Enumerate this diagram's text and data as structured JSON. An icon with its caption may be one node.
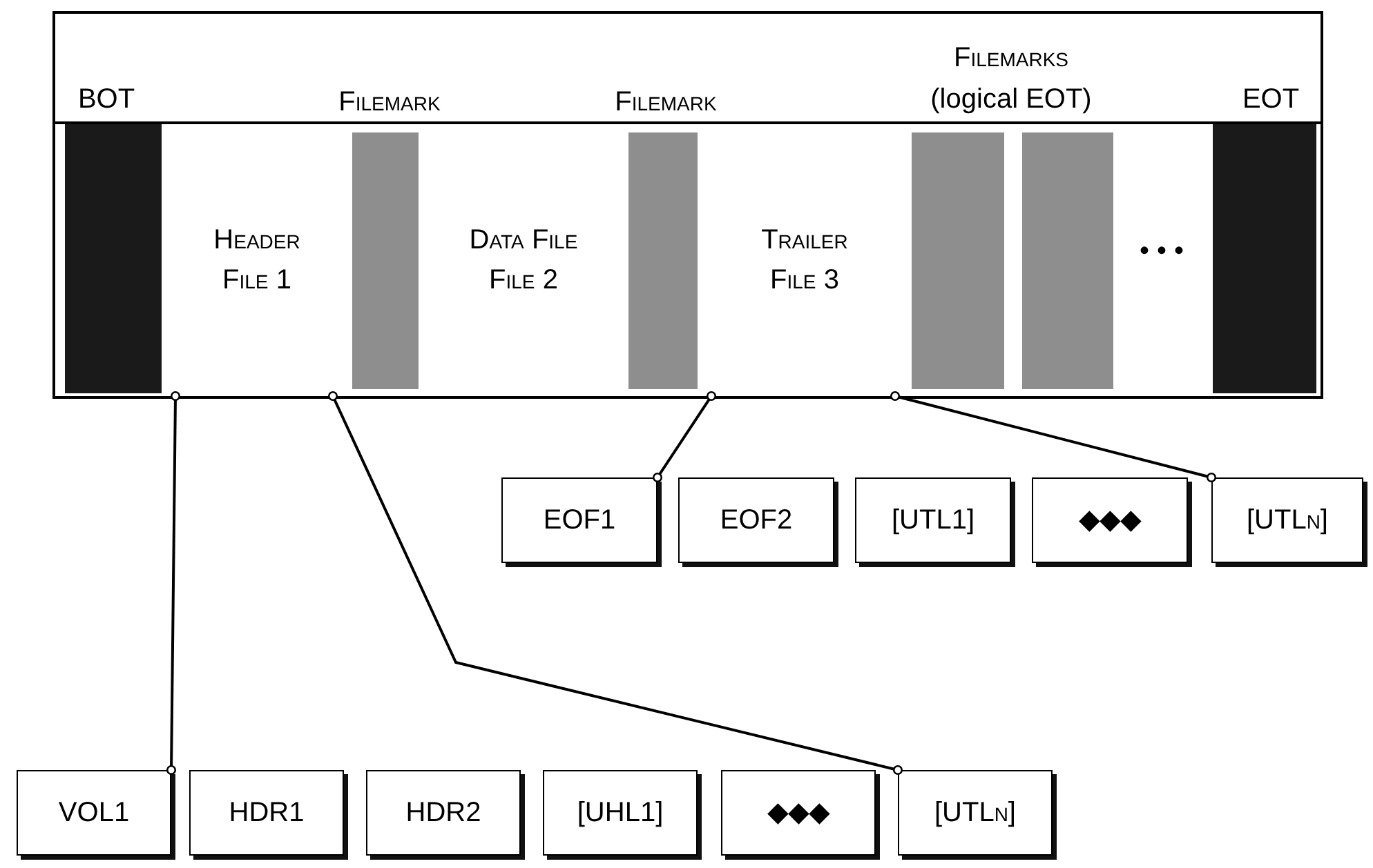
{
  "diagram": {
    "nodes": [
      {
        "text": [],
        "shape": "box"
      },
      {
        "text": [],
        "shape": "bar",
        "in": 0,
        "beside": [
          "BOT"
        ]
      },
      {
        "text": [
          "Header File 1"
        ],
        "in": 0
      },
      {
        "text": [],
        "shape": "bar",
        "in": 0,
        "beside": [
          "Filemark"
        ]
      },
      {
        "text": [
          "Data File File 2"
        ],
        "in": 0
      },
      {
        "text": [],
        "shape": "bar",
        "in": 0,
        "beside": [
          "Filemark"
        ]
      },
      {
        "text": [
          "Trailer File 3"
        ],
        "in": 0
      },
      {
        "text": [],
        "shape": "bar",
        "in": 0
      },
      {
        "text": [],
        "shape": "bar",
        "in": 0
      },
      {
        "text": [],
        "shape": "bar",
        "in": 0,
        "beside": [
          "EOT"
        ]
      },
      {
        "text": [
          "EOF1"
        ]
      },
      {
        "text": [
          "EOF2"
        ]
      },
      {
        "text": [
          "[UTL1]"
        ]
      },
      {
        "text": [
          "◆◆◆"
        ]
      },
      {
        "text": [
          "[UTLn]"
        ]
      },
      {
        "text": [
          "VOL1"
        ]
      },
      {
        "text": [
          "HDR1"
        ]
      },
      {
        "text": [
          "HDR2"
        ]
      },
      {
        "text": [
          "[UHL1]"
        ]
      },
      {
        "text": [
          "◆◆◆"
        ]
      },
      {
        "text": [
          "[UTLn]"
        ]
      }
    ],
    "edges": [
      {
        "from": 2,
        "to": 15,
        "arrow": "other"
      },
      {
        "from": 2,
        "to": 20,
        "arrow": "other"
      },
      {
        "from": 6,
        "to": 10,
        "arrow": "other"
      },
      {
        "from": 6,
        "to": 14,
        "arrow": "other"
      }
    ],
    "labels": [
      "Filemarks",
      "(logical EOT)",
      "• • •"
    ]
  }
}
